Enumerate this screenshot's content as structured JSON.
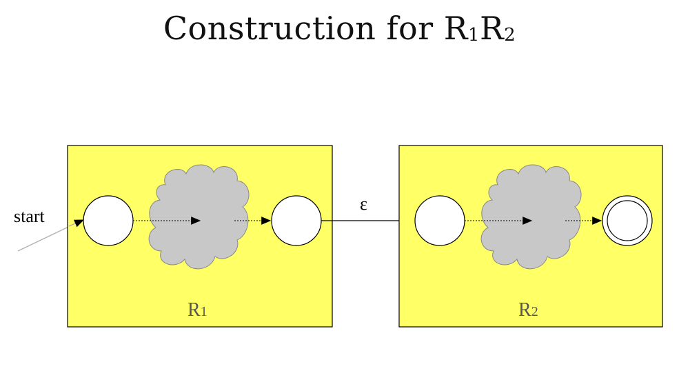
{
  "title": {
    "text": "Construction for R",
    "sub1": "1",
    "mid": "R",
    "sub2": "2"
  },
  "start_label": "start",
  "epsilon_label": "ε",
  "machines": [
    {
      "letter": "R",
      "subscript": "1"
    },
    {
      "letter": "R",
      "subscript": "2"
    }
  ],
  "colors": {
    "box_fill": "#ffff66",
    "cloud_fill": "#c8c8c8",
    "state_fill": "#ffffff",
    "stroke": "#000000",
    "start_line": "#b0b0b0",
    "label_text": "#555555"
  }
}
